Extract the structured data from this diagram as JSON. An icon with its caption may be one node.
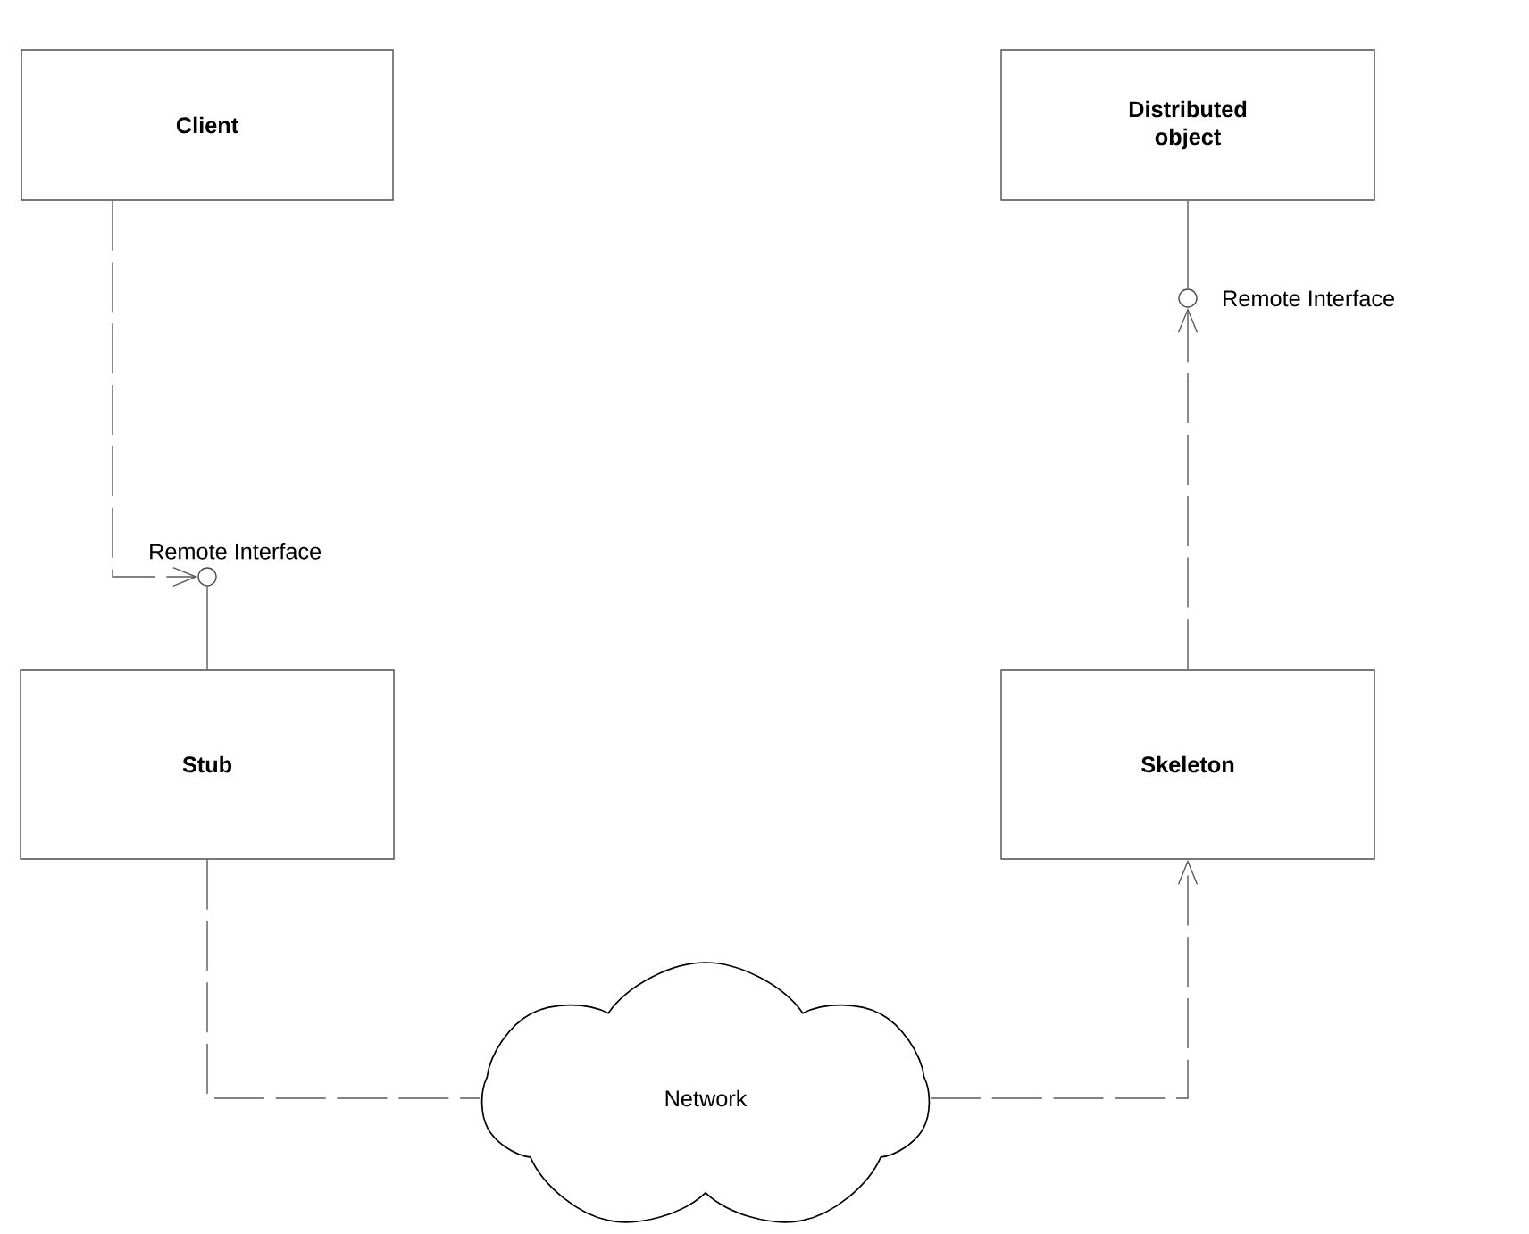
{
  "diagram": {
    "nodes": [
      {
        "text": [
          "Client"
        ]
      },
      {
        "text": [
          "Distributed object"
        ]
      },
      {
        "text": [
          "Stub"
        ]
      },
      {
        "text": [
          "Skeleton"
        ]
      },
      {
        "text": [
          "Network"
        ]
      },
      {
        "text": [],
        "shape": "circle",
        "beside": [
          "Remote Interface"
        ]
      },
      {
        "text": [],
        "shape": "circle",
        "beside": [
          "Remote Interface"
        ]
      }
    ],
    "edges": [
      {
        "from": 0,
        "to": 5,
        "arrow": "to",
        "style": "dashed"
      },
      {
        "from": 2,
        "to": 5,
        "arrow": "none"
      },
      {
        "from": 1,
        "to": 6,
        "arrow": "none"
      },
      {
        "from": 3,
        "to": 6,
        "arrow": "to",
        "style": "dashed"
      },
      {
        "from": 2,
        "to": 4,
        "arrow": "none",
        "style": "dashed"
      },
      {
        "from": 4,
        "to": 3,
        "arrow": "to",
        "style": "dashed"
      }
    ]
  }
}
